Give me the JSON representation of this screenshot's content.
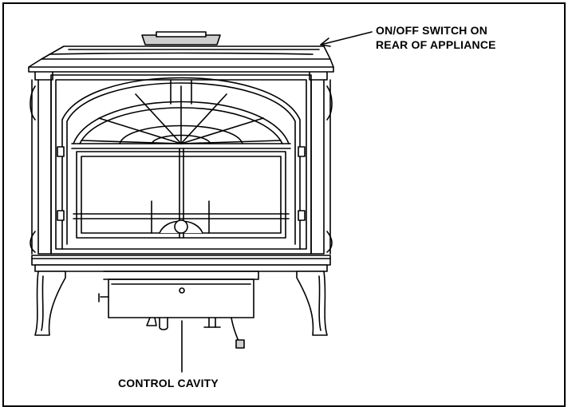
{
  "labels": {
    "switch_line1": "ON/OFF SWITCH ON",
    "switch_line2": "REAR OF APPLIANCE",
    "control": "CONTROL CAVITY"
  },
  "colors": {
    "ink": "#000000",
    "paper": "#ffffff",
    "shade": "#cfcfcf"
  }
}
